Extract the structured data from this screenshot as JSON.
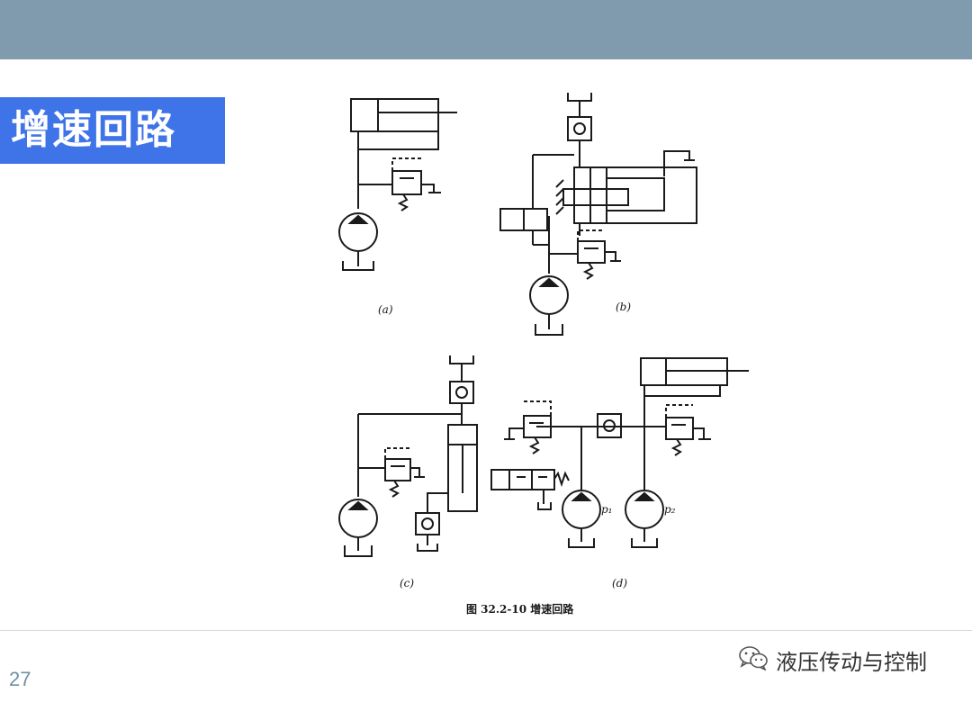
{
  "slide": {
    "title": "增速回路",
    "page_number": "27",
    "watermark": "液压传动与控制"
  },
  "figure": {
    "labels": {
      "a": "(a)",
      "b": "(b)",
      "c": "(c)",
      "d": "(d)"
    },
    "pump_labels": {
      "p1": "p₁",
      "p2": "p₂"
    },
    "caption": "图 32.2-10  增速回路"
  },
  "icons": {
    "watermark": "wechat-icon"
  },
  "colors": {
    "header": "#7f9bad",
    "title_bg": "#3f74e8"
  }
}
